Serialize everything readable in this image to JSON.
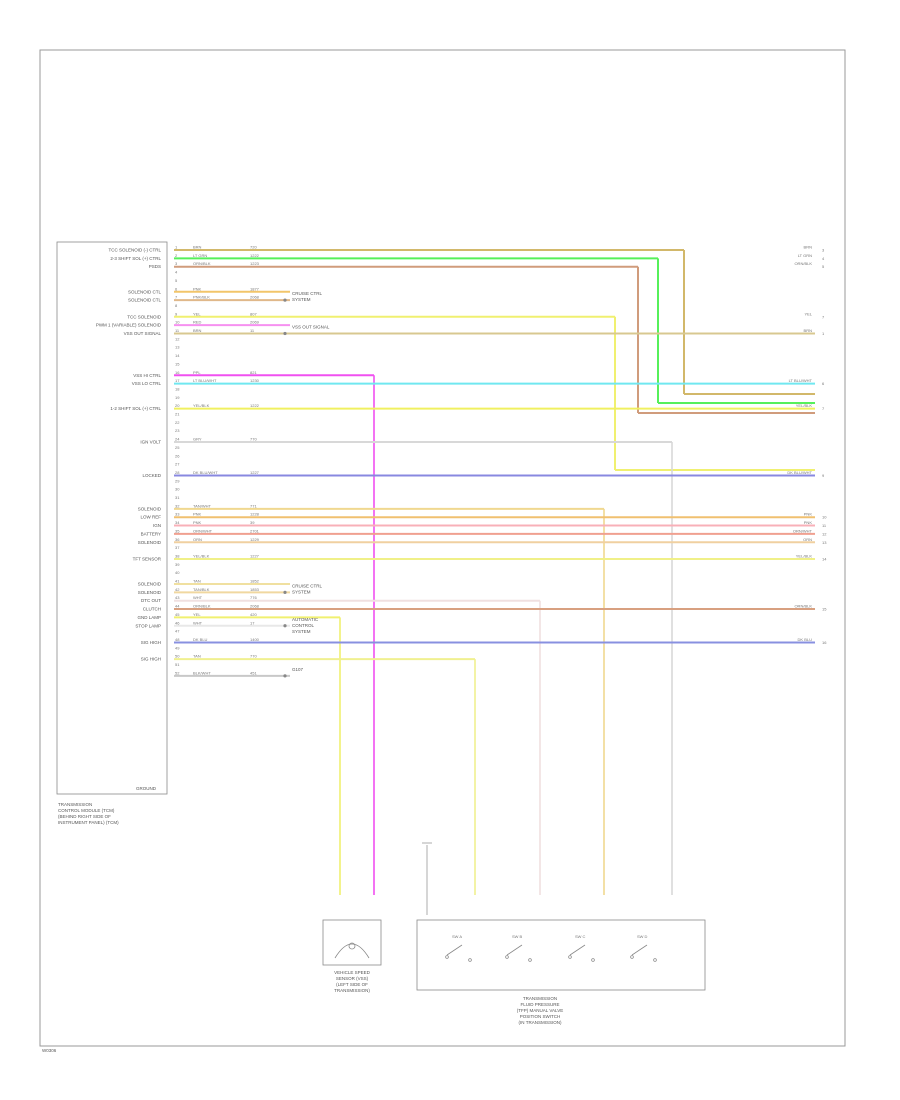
{
  "diagram": {
    "footer_code": "W0306",
    "module_caption": [
      "TRANSMISSION",
      "CONTROL MODULE (TCM)",
      "(BEHIND RIGHT SIDE OF",
      "INSTRUMENT PANEL) (TCM)"
    ],
    "module_bottom_label": "GROUND",
    "module_pin_labels": [
      {
        "pin": 1,
        "text": "TCC SOLENOID (-) CTRL"
      },
      {
        "pin": 2,
        "text": "2-3 SHIFT SOL (+) CTRL"
      },
      {
        "pin": 3,
        "text": "PSDS"
      },
      {
        "pin": 6,
        "text": "SOLENOID CTL"
      },
      {
        "pin": 7,
        "text": "SOLENOID CTL"
      },
      {
        "pin": 9,
        "text": "TCC SOLENOID"
      },
      {
        "pin": 10,
        "text": "PWM 1 (VARIABLE) SOLENOID"
      },
      {
        "pin": 11,
        "text": "VSS OUT SIGNAL"
      },
      {
        "pin": 16,
        "text": "VSS HI CTRL"
      },
      {
        "pin": 17,
        "text": "VSS LO CTRL"
      },
      {
        "pin": 20,
        "text": "1-2 SHIFT SOL (+) CTRL"
      },
      {
        "pin": 24,
        "text": "IGN VOLT"
      },
      {
        "pin": 28,
        "text": "LOCKED"
      },
      {
        "pin": 32,
        "text": "SOLENOID"
      },
      {
        "pin": 33,
        "text": "LOW REF"
      },
      {
        "pin": 34,
        "text": "IGN"
      },
      {
        "pin": 35,
        "text": "BATTERY"
      },
      {
        "pin": 36,
        "text": "SOLENOID"
      },
      {
        "pin": 38,
        "text": "TFT SENSOR"
      },
      {
        "pin": 41,
        "text": "SOLENOID"
      },
      {
        "pin": 42,
        "text": "SOLENOID"
      },
      {
        "pin": 43,
        "text": "DTC OUT"
      },
      {
        "pin": 44,
        "text": "CLUTCH"
      },
      {
        "pin": 45,
        "text": "GND LAMP"
      },
      {
        "pin": 46,
        "text": "STOP LAMP"
      },
      {
        "pin": 48,
        "text": "SIG HIGH"
      },
      {
        "pin": 50,
        "text": "SIG HIGH"
      }
    ],
    "wires": [
      {
        "pin": "1",
        "color_name": "BRN",
        "code": "720",
        "end_label": "BRN",
        "end_num": "3",
        "color": "#d2b86a"
      },
      {
        "pin": "2",
        "color_name": "LT GRN",
        "code": "1222",
        "end_label": "LT GRN",
        "end_num": "4",
        "color": "#56f05a"
      },
      {
        "pin": "3",
        "color_name": "ORN/BLK",
        "code": "1223",
        "end_label": "ORN/BLK",
        "end_num": "5",
        "color": "#d09c7c"
      },
      {
        "pin": "6",
        "color_name": "PNK",
        "code": "1877",
        "end_label": "",
        "end_num": "",
        "color": "#f2c56a"
      },
      {
        "pin": "7",
        "color_name": "PNK/BLK",
        "code": "2068",
        "end_label": "",
        "end_num": "",
        "color": "#e0b88a"
      },
      {
        "pin": "9",
        "color_name": "YEL",
        "code": "807",
        "end_label": "YEL",
        "end_num": "7",
        "color": "#f0f070"
      },
      {
        "pin": "10",
        "color_name": "RED",
        "code": "2069",
        "end_label": "",
        "end_num": "",
        "color": "#f690f0"
      },
      {
        "pin": "11",
        "color_name": "BRN",
        "code": "11",
        "end_label": "BRN",
        "end_num": "1",
        "color": "#d8c890"
      },
      {
        "pin": "16",
        "color_name": "PPL",
        "code": "821",
        "end_label": "",
        "end_num": "",
        "color": "#f050f0"
      },
      {
        "pin": "17",
        "color_name": "LT BLU/WHT",
        "code": "1230",
        "end_label": "LT BLU/WHT",
        "end_num": "6",
        "color": "#70e8f0"
      },
      {
        "pin": "20",
        "color_name": "YEL/BLK",
        "code": "1222",
        "end_label": "YEL/BLK",
        "end_num": "7",
        "color": "#f0f060"
      },
      {
        "pin": "24",
        "color_name": "GRY",
        "code": "770",
        "end_label": "",
        "end_num": "",
        "color": "#d8d8d8"
      },
      {
        "pin": "28",
        "color_name": "DK BLU/WHT",
        "code": "1227",
        "end_label": "DK BLU/WHT",
        "end_num": "9",
        "color": "#8888e0"
      },
      {
        "pin": "32",
        "color_name": "TAN/WHT",
        "code": "771",
        "end_label": "",
        "end_num": "",
        "color": "#f0d890"
      },
      {
        "pin": "33",
        "color_name": "PNK",
        "code": "1228",
        "end_label": "PNK",
        "end_num": "10",
        "color": "#f0c070"
      },
      {
        "pin": "34",
        "color_name": "PNK",
        "code": "39",
        "end_label": "PNK",
        "end_num": "11",
        "color": "#f8b0b8"
      },
      {
        "pin": "35",
        "color_name": "ORN/WHT",
        "code": "2701",
        "end_label": "ORN/WHT",
        "end_num": "12",
        "color": "#f0a090"
      },
      {
        "pin": "36",
        "color_name": "ORN",
        "code": "1229",
        "end_label": "ORN",
        "end_num": "13",
        "color": "#f0d0a0"
      },
      {
        "pin": "38",
        "color_name": "YEL/BLK",
        "code": "1227",
        "end_label": "YEL/BLK",
        "end_num": "14",
        "color": "#f0f088"
      },
      {
        "pin": "41",
        "color_name": "TAN",
        "code": "1852",
        "end_label": "",
        "end_num": "",
        "color": "#f0e0a0"
      },
      {
        "pin": "42",
        "color_name": "TAN/BLK",
        "code": "1853",
        "end_label": "",
        "end_num": "",
        "color": "#f0d8a0"
      },
      {
        "pin": "43",
        "color_name": "WHT",
        "code": "776",
        "end_label": "",
        "end_num": "",
        "color": "#f0e0e0"
      },
      {
        "pin": "44",
        "color_name": "ORN/BLK",
        "code": "2068",
        "end_label": "ORN/BLK",
        "end_num": "15",
        "color": "#d8a080"
      },
      {
        "pin": "45",
        "color_name": "YEL",
        "code": "420",
        "end_label": "",
        "end_num": "",
        "color": "#f0f070"
      },
      {
        "pin": "46",
        "color_name": "WHT",
        "code": "17",
        "end_label": "",
        "end_num": "",
        "color": "#e8e8e8"
      },
      {
        "pin": "48",
        "color_name": "DK BLU",
        "code": "1400",
        "end_label": "DK BLU",
        "end_num": "16",
        "color": "#8890e0"
      },
      {
        "pin": "50",
        "color_name": "TAN",
        "code": "770",
        "end_label": "",
        "end_num": "",
        "color": "#f0f090"
      },
      {
        "pin": "52",
        "color_name": "BLK/WHT",
        "code": "451",
        "end_label": "",
        "end_num": "",
        "color": "#c8c8c8"
      }
    ],
    "side_notes": [
      {
        "text": [
          "CRUISE CTRL",
          "SYSTEM"
        ],
        "near_pin": "7"
      },
      {
        "text": [
          "VSS OUT SIGNAL"
        ],
        "near_pin": "11"
      },
      {
        "text": [
          "CRUISE CTRL",
          "SYSTEM"
        ],
        "near_pin": "42"
      },
      {
        "text": [
          "AUTOMATIC",
          "CONTROL",
          "SYSTEM"
        ],
        "near_pin": "46"
      },
      {
        "text": [
          "G107"
        ],
        "near_pin": "52"
      }
    ],
    "sensor_caption": [
      "VEHICLE SPEED",
      "SENSOR (VSS)",
      "(LEFT SIDE OF",
      "TRANSMISSION)"
    ],
    "switch_caption": [
      "TRANSMISSION",
      "FLUID PRESSURE",
      "(TFP) MANUAL VALVE",
      "POSITION SWITCH",
      "(IN TRANSMISSION)"
    ],
    "switch_labels": [
      "SW A",
      "SW B",
      "SW C",
      "SW D"
    ]
  }
}
